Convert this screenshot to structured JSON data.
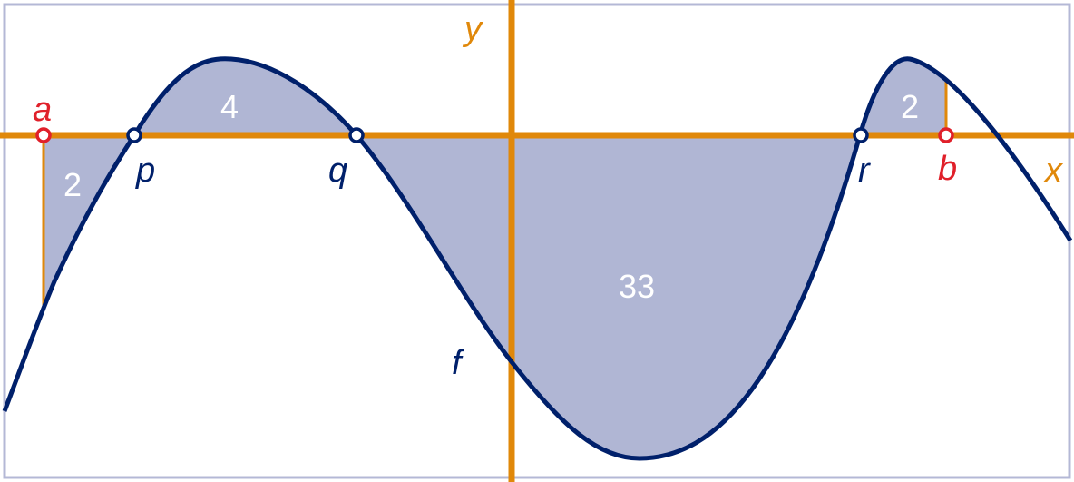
{
  "colors": {
    "axis": "#E0880A",
    "curve": "#00206B",
    "fill": "#B0B6D4",
    "frame": "#B4B8D6",
    "endpoint": "#E0202A"
  },
  "axes": {
    "x_label": "x",
    "y_label": "y"
  },
  "function_label": "f",
  "bounds": {
    "a": "a",
    "b": "b"
  },
  "roots": {
    "p": "p",
    "q": "q",
    "r": "r"
  },
  "areas": {
    "a_to_p": "2",
    "p_to_q": "4",
    "q_to_r": "33",
    "r_to_b": "2"
  }
}
